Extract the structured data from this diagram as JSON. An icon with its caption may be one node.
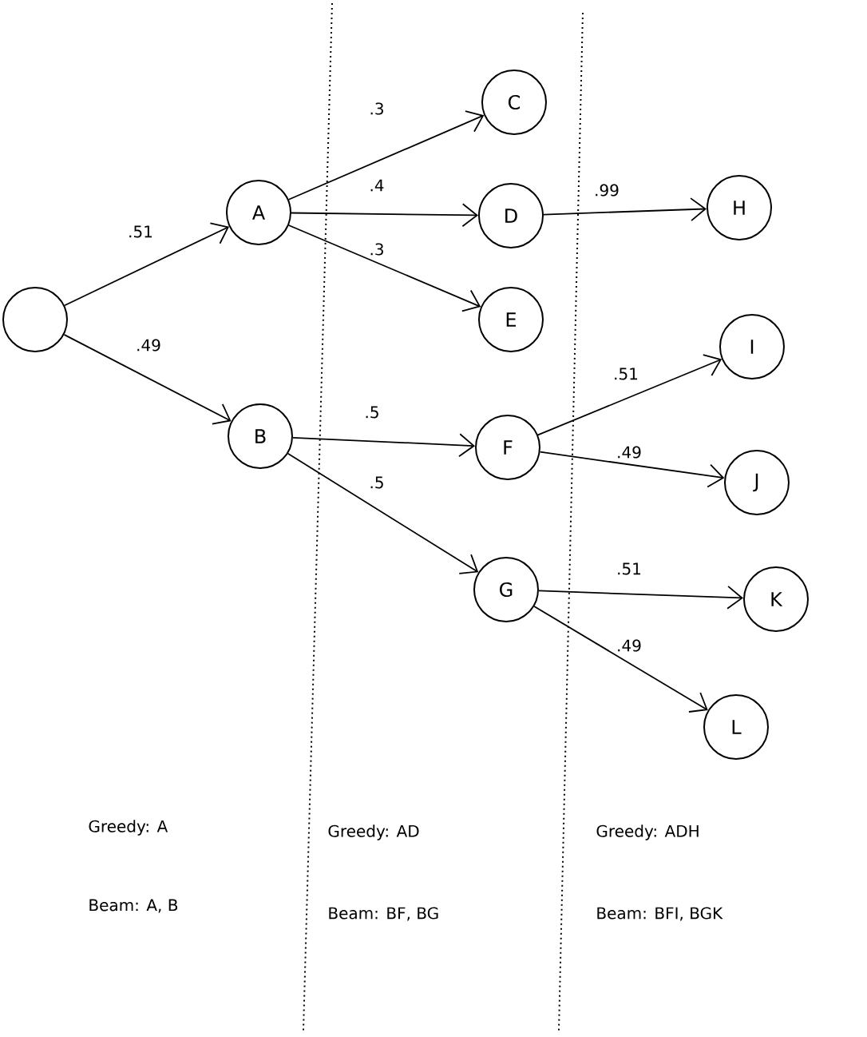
{
  "diagram": {
    "nodes": [
      {
        "text": [],
        "shape": "circle"
      },
      {
        "text": [
          "A"
        ]
      },
      {
        "text": [
          "B"
        ]
      },
      {
        "text": [
          "C"
        ]
      },
      {
        "text": [
          "D"
        ]
      },
      {
        "text": [
          "E"
        ]
      },
      {
        "text": [
          "F"
        ]
      },
      {
        "text": [
          "G"
        ]
      },
      {
        "text": [
          "H"
        ]
      },
      {
        "text": [
          "I"
        ]
      },
      {
        "text": [
          "J"
        ]
      },
      {
        "text": [
          "K"
        ]
      },
      {
        "text": [
          "L"
        ]
      }
    ],
    "edges": [
      {
        "from": 0,
        "to": 1,
        "arrow": "to",
        "label": ".51"
      },
      {
        "from": 0,
        "to": 2,
        "arrow": "to",
        "label": ".49"
      },
      {
        "from": 1,
        "to": 3,
        "arrow": "to",
        "label": ".3"
      },
      {
        "from": 1,
        "to": 4,
        "arrow": "to",
        "label": ".4"
      },
      {
        "from": 1,
        "to": 5,
        "arrow": "to",
        "label": ".3"
      },
      {
        "from": 4,
        "to": 8,
        "arrow": "to",
        "label": ".99"
      },
      {
        "from": 2,
        "to": 6,
        "arrow": "to",
        "label": ".5"
      },
      {
        "from": 2,
        "to": 7,
        "arrow": "to",
        "label": ".5"
      },
      {
        "from": 6,
        "to": 9,
        "arrow": "to",
        "label": ".51"
      },
      {
        "from": 6,
        "to": 10,
        "arrow": "to",
        "label": ".49"
      },
      {
        "from": 7,
        "to": 11,
        "arrow": "to",
        "label": ".51"
      },
      {
        "from": 7,
        "to": 12,
        "arrow": "to",
        "label": ".49"
      }
    ],
    "labels": [
      "Greedy: A",
      "Beam: A, B",
      "Greedy: AD",
      "Beam: BF, BG",
      "Greedy: ADH",
      "Beam: BFI, BGK"
    ]
  }
}
